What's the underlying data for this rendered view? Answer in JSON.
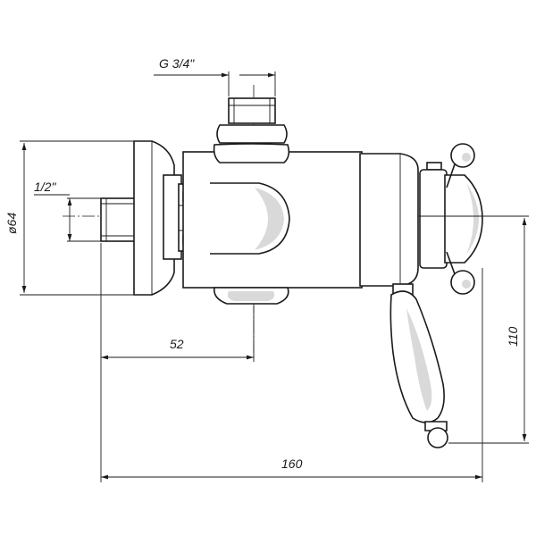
{
  "dimensions": {
    "thread_top": "G 3/4\"",
    "thread_left": "1/2\"",
    "flange_diameter": "ø64",
    "depth_to_axis": "52",
    "overall_length": "160",
    "handle_height": "110"
  }
}
